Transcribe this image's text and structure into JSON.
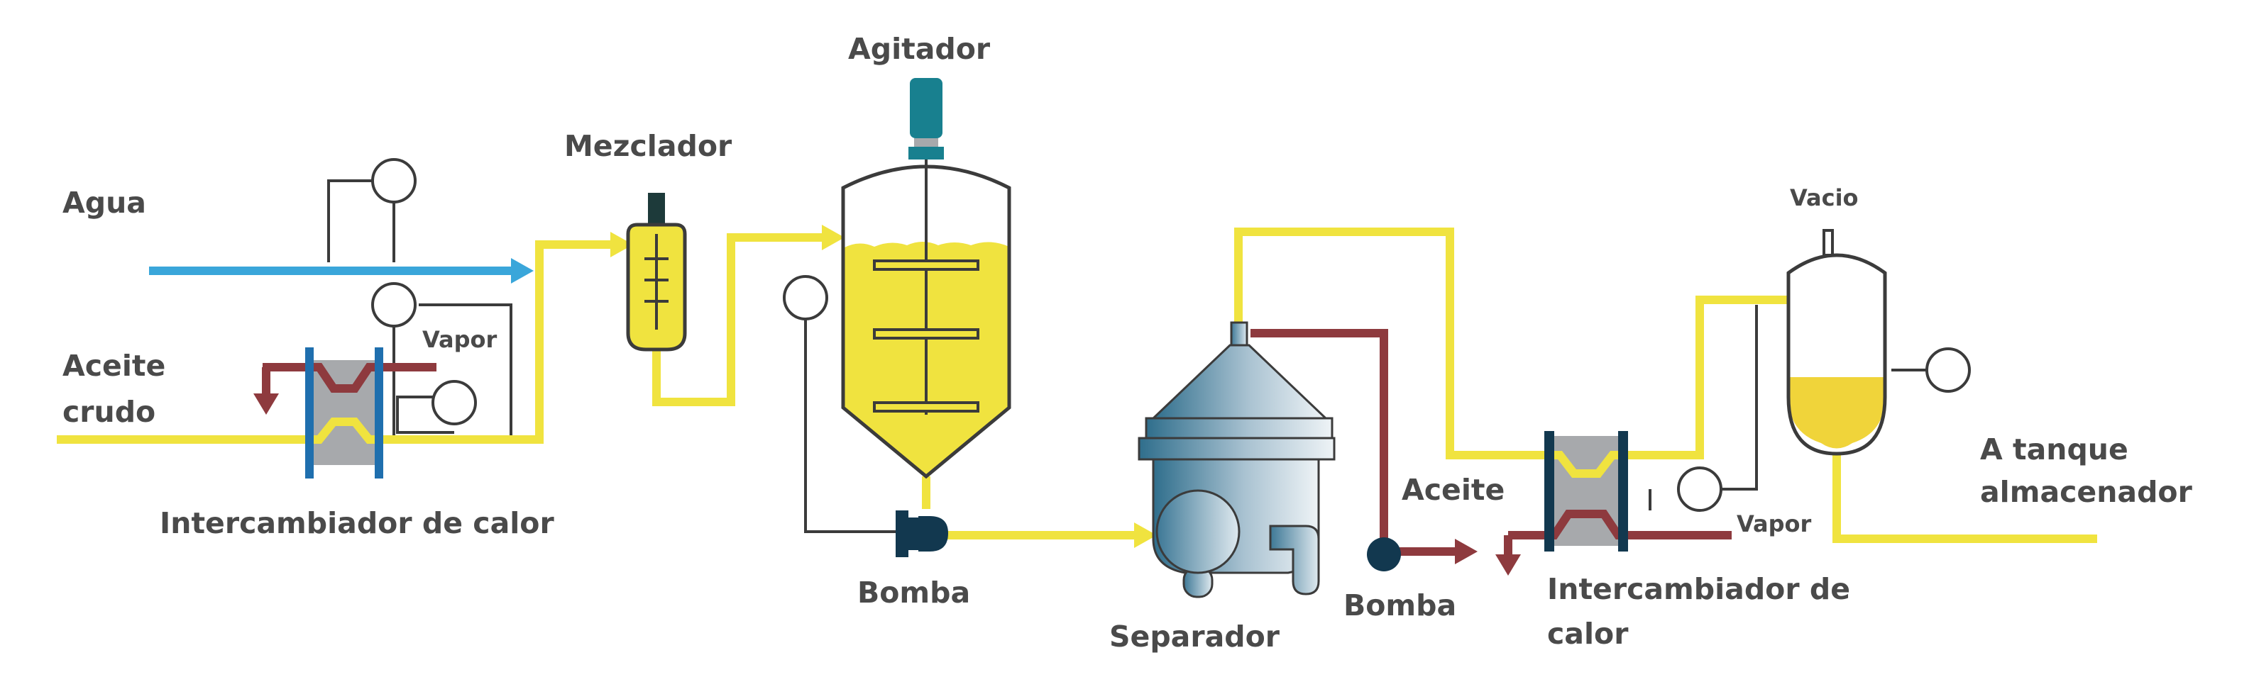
{
  "labels": {
    "agua": "Agua",
    "aceite_crudo_1": "Aceite",
    "aceite_crudo_2": "crudo",
    "vapor_1": "Vapor",
    "intercambiador_1": "Intercambiador de calor",
    "mezclador": "Mezclador",
    "agitador": "Agitador",
    "bomba_1": "Bomba",
    "separador": "Separador",
    "aceite": "Aceite",
    "bomba_2": "Bomba",
    "intercambiador_2_a": "Intercambiador de",
    "intercambiador_2_b": "calor",
    "vapor_2": "Vapor",
    "vacio": "Vacio",
    "tanque_1": "A tanque",
    "tanque_2": "almacenador"
  },
  "colors": {
    "oil_yellow": "#f0e33f",
    "water_blue": "#3aa6da",
    "steam_red": "#8e3a3e",
    "steel_blue": "#1a5a78",
    "equipment_gray": "#a7a9ac",
    "outline": "#3b3b3b"
  }
}
